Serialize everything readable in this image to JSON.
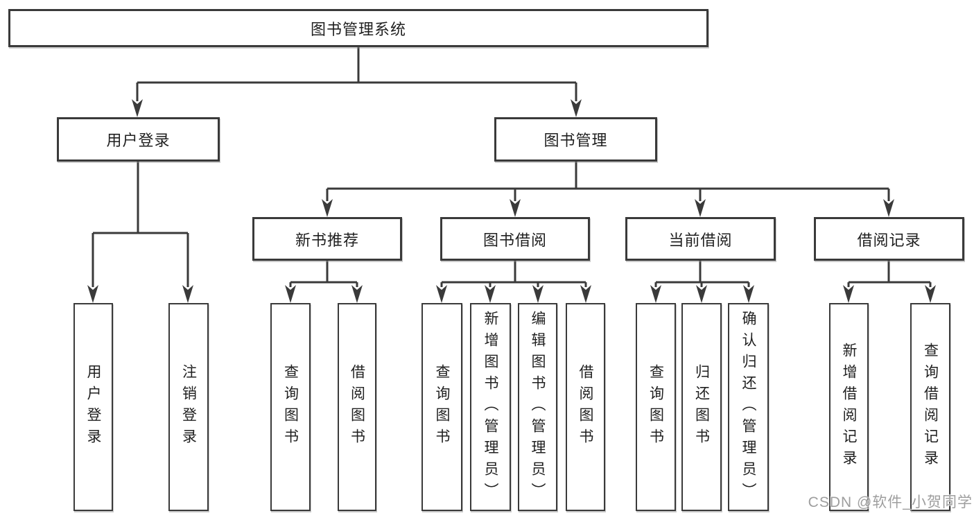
{
  "tree": {
    "root": {
      "label": "图书管理系统",
      "children": [
        {
          "label": "用户登录",
          "children": [
            {
              "label": "用户登录"
            },
            {
              "label": "注销登录"
            }
          ]
        },
        {
          "label": "图书管理",
          "children": [
            {
              "label": "新书推荐",
              "children": [
                {
                  "label": "查询图书"
                },
                {
                  "label": "借阅图书"
                }
              ]
            },
            {
              "label": "图书借阅",
              "children": [
                {
                  "label": "查询图书"
                },
                {
                  "label": "新增图书（管理员）"
                },
                {
                  "label": "编辑图书（管理员）"
                },
                {
                  "label": "借阅图书"
                }
              ]
            },
            {
              "label": "当前借阅",
              "children": [
                {
                  "label": "查询图书"
                },
                {
                  "label": "归还图书"
                },
                {
                  "label": "确认归还（管理员）"
                }
              ]
            },
            {
              "label": "借阅记录",
              "children": [
                {
                  "label": "新增借阅记录"
                },
                {
                  "label": "查询借阅记录"
                }
              ]
            }
          ]
        }
      ]
    }
  },
  "watermark": {
    "text": "CSDN @软件_小贺同学"
  },
  "colors": {
    "line": "#3a3a3a",
    "box_border": "#3a3a3a",
    "text": "#1f1f1f",
    "watermark": "#9e9e9e",
    "background": "#ffffff"
  }
}
